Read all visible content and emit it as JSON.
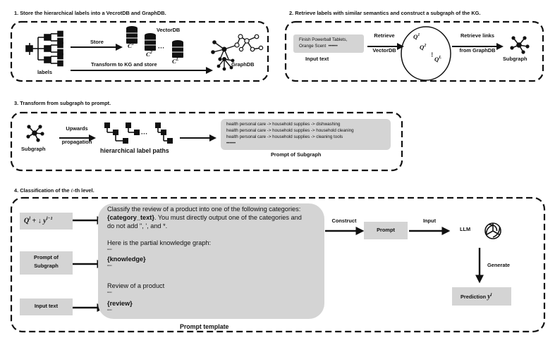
{
  "sections": {
    "s1": {
      "title": "1. Store the hierarchical labels into a VecrotDB and GraphDB.",
      "labels": "labels",
      "store": "Store",
      "vectordb": "VectorDB",
      "q1": "1",
      "q2": "2",
      "qdots": "···",
      "ql": "L",
      "transform": "Transform to KG and store",
      "graphdb": "GraphDB"
    },
    "s2": {
      "title": "2. Retrieve labels with similar semantics and construct a subgraph of the KG.",
      "input_line1": "Finish Powerball Tablets,",
      "input_line2": "Orange Scent",
      "input_dots": "••••••",
      "input_label": "Input text",
      "retrieve_1": "Retrieve",
      "retrieve_2": "VectorDB",
      "q_1": "Q",
      "q_1sup": "1",
      "q_2": "Q",
      "q_2sup": "2",
      "q_vdots": "⋮",
      "q_l": "Q",
      "q_lsup": "L",
      "links_1": "Retrieve links",
      "links_2": "from GraphDB",
      "subgraph": "Subgraph"
    },
    "s3": {
      "title": "3. Transform from subgraph to prompt.",
      "subgraph": "Subgraph",
      "upwards_1": "Upwards",
      "upwards_2": "propagation",
      "path_dots": "···",
      "paths_label": "hierarchical label paths",
      "prompt_lines": [
        "health personal care -> household supplies -> dishwashing",
        "health personal care -> household supplies -> household cleaning",
        "health personal care -> household supplies -> cleaning tools"
      ],
      "prompt_dots": "••••••",
      "prompt_label": "Prompt of Subgraph"
    },
    "s4": {
      "title_pre": "4. Classification of the ",
      "title_ell": "ℓ",
      "title_post": "-th level.",
      "q_input": "Q",
      "q_input_sup": "l",
      "q_input_mid": " + ↓ ",
      "q_input_y": "y",
      "q_input_ysup": "l−1",
      "prompt_sub_1": "Prompt of",
      "prompt_sub_2": "Subgraph",
      "input_text": "Input text",
      "template": {
        "l1": "Classify the review of a product into one of the following categories:",
        "l2_bold": "{category_text}",
        "l2_rest": ". You must directly output one of the categories and",
        "l3": "do not add \", ', and *.",
        "l4": "Here is the partial knowledge graph:",
        "q1": "\"\"\"",
        "knowledge": "{knowledge}",
        "q2": "\"\"\"",
        "l5": "Review of a product",
        "q3": "\"\"\"",
        "review": "{review}",
        "q4": "\"\"\""
      },
      "template_label": "Prompt template",
      "construct": "Construct",
      "prompt": "Prompt",
      "input": "Input",
      "llm": "LLM",
      "generate": "Generate",
      "prediction": "Prediction ",
      "prediction_y": "y",
      "prediction_sup": "l"
    }
  }
}
